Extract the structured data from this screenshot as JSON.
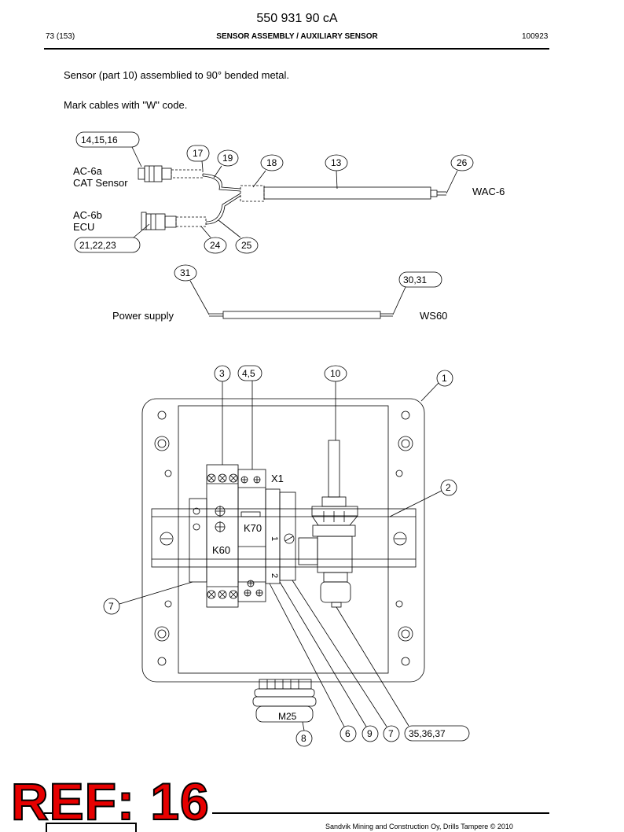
{
  "header": {
    "doc_number": "550 931 90 cA",
    "page": "73 (153)",
    "title": "SENSOR ASSEMBLY / AUXILIARY SENSOR",
    "date_code": "100923"
  },
  "instructions": [
    "Sensor (part 10) assemblied to 90° bended metal.",
    "Mark cables with \"W\" code."
  ],
  "cable_diagram": {
    "labels": {
      "ac6a_line1": "AC-6a",
      "ac6a_line2": "CAT Sensor",
      "ac6b_line1": "AC-6b",
      "ac6b_line2": "ECU",
      "wac6": "WAC-6",
      "power_supply": "Power supply",
      "ws60": "WS60"
    },
    "callouts": {
      "c14": "14,15,16",
      "c17": "17",
      "c19": "19",
      "c18": "18",
      "c13": "13",
      "c26": "26",
      "c21": "21,22,23",
      "c24": "24",
      "c25": "25",
      "c31": "31",
      "c30": "30,31"
    }
  },
  "box_diagram": {
    "labels": {
      "x1": "X1",
      "k70": "K70",
      "k60": "K60",
      "m25": "M25",
      "term1": "1",
      "term2": "2"
    },
    "callouts": {
      "c3": "3",
      "c45": "4,5",
      "c10": "10",
      "c1": "1",
      "c2": "2",
      "c7a": "7",
      "c6": "6",
      "c9": "9",
      "c7b": "7",
      "c35": "35,36,37",
      "c8": "8"
    }
  },
  "footer": {
    "ref_stamp": "REF: 16",
    "copyright": "Sandvik Mining and Construction Oy, Drills Tampere © 2010"
  }
}
